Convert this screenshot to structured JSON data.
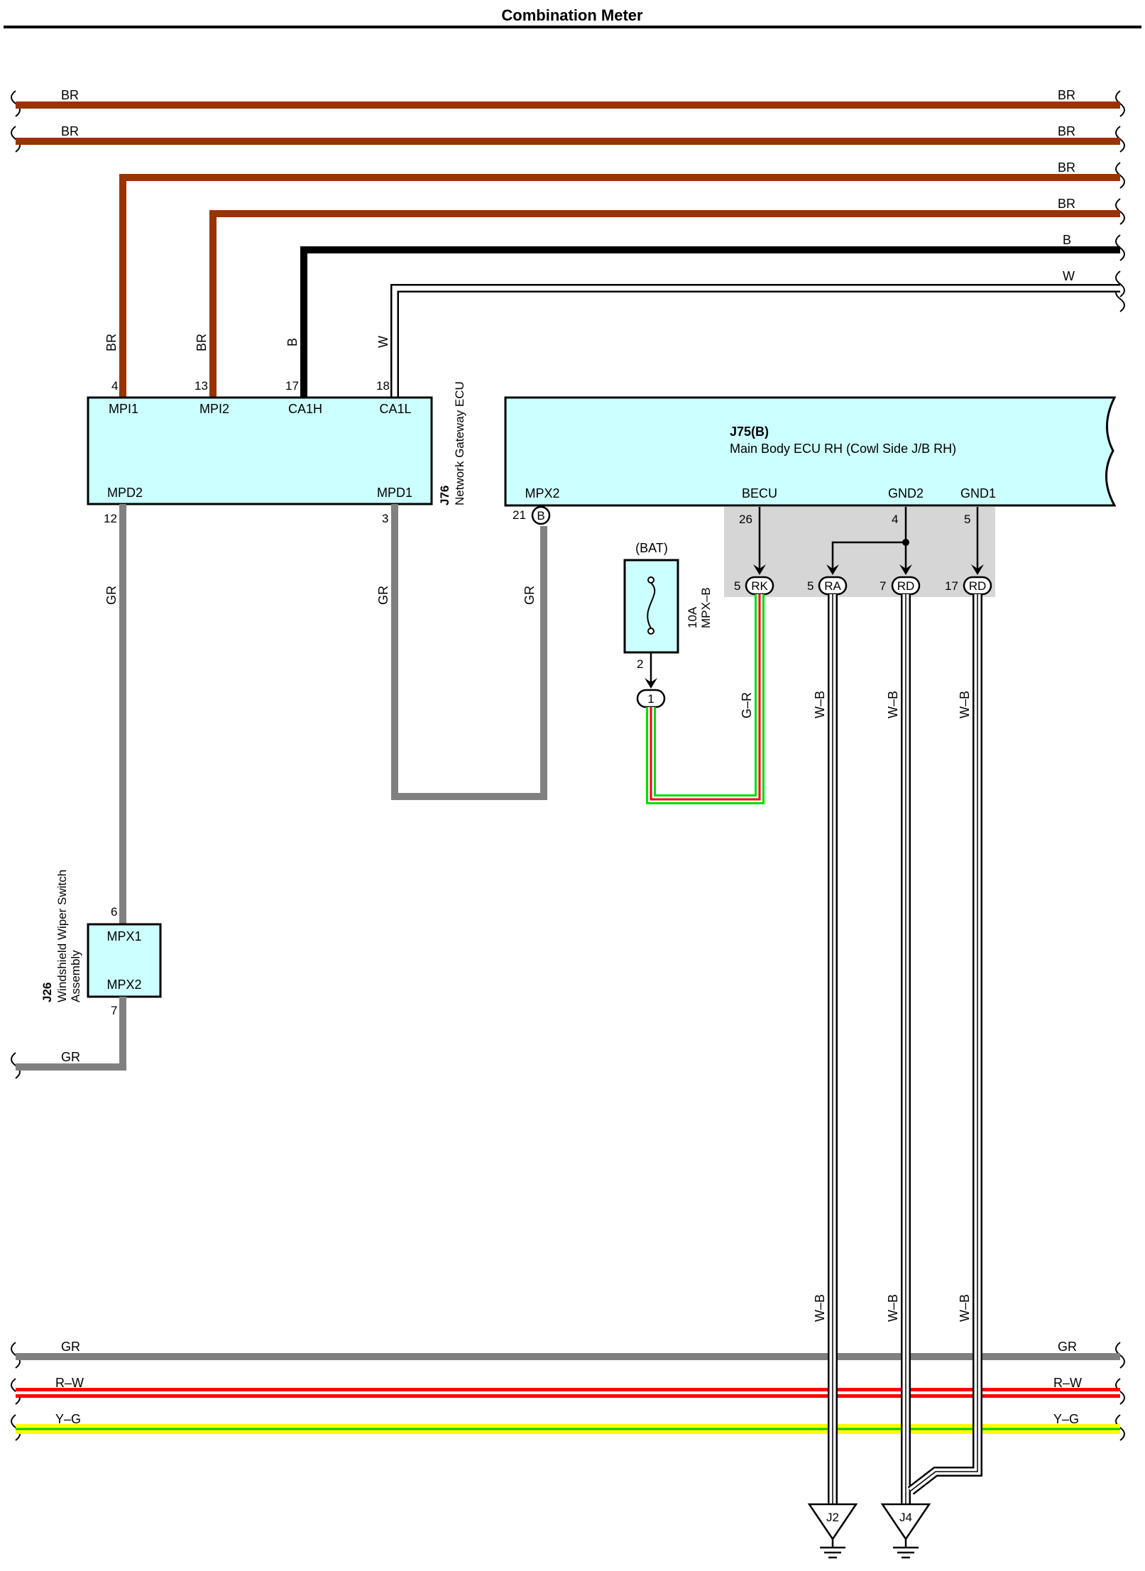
{
  "title": "Combination Meter",
  "colors": {
    "BR": "#993300",
    "B": "#000000",
    "W": "#ffffff",
    "GR": "#808080",
    "R": "#ff0000",
    "Y": "#ffff00",
    "G": "#00dd00",
    "component_fill": "#ccffff",
    "jb_shade": "#d6d6d6"
  },
  "wires": {
    "bus_br_1": {
      "left": "BR",
      "right": "BR"
    },
    "bus_br_2": {
      "left": "BR",
      "right": "BR"
    },
    "br_3": {
      "right": "BR",
      "vertical": "BR"
    },
    "br_4": {
      "right": "BR",
      "vertical": "BR"
    },
    "b_5": {
      "right": "B",
      "vertical": "B"
    },
    "w_6": {
      "right": "W",
      "vertical": "W"
    },
    "gr_mpd2": "GR",
    "gr_mpd1": "GR",
    "gr_mpx2": "GR",
    "gr_wiper_out": "GR",
    "g_r": "G–R",
    "w_b": "W–B",
    "bottom_gr": {
      "left": "GR",
      "right": "GR"
    },
    "bottom_rw": {
      "left": "R–W",
      "right": "R–W"
    },
    "bottom_yg": {
      "left": "Y–G",
      "right": "Y–G"
    }
  },
  "gateway": {
    "code": "J76",
    "name": "Network Gateway ECU",
    "pins_top": [
      {
        "num": "4",
        "label": "MPI1"
      },
      {
        "num": "13",
        "label": "MPI2"
      },
      {
        "num": "17",
        "label": "CA1H"
      },
      {
        "num": "18",
        "label": "CA1L"
      }
    ],
    "pins_bottom": [
      {
        "num": "12",
        "label": "MPD2"
      },
      {
        "num": "3",
        "label": "MPD1"
      }
    ]
  },
  "body_ecu": {
    "code": "J75(B)",
    "name": "Main Body ECU RH (Cowl Side J/B RH)",
    "pins": [
      {
        "num": "21",
        "label": "MPX2",
        "connector": "B"
      },
      {
        "num": "26",
        "label": "BECU"
      },
      {
        "num": "4",
        "label": "GND2"
      },
      {
        "num": "5",
        "label": "GND1"
      }
    ],
    "jb_connectors": [
      {
        "num": "5",
        "label": "RK"
      },
      {
        "num": "5",
        "label": "RA"
      },
      {
        "num": "7",
        "label": "RD"
      },
      {
        "num": "17",
        "label": "RD"
      }
    ]
  },
  "fuse": {
    "supply": "(BAT)",
    "rating": "10A",
    "name": "MPX–B",
    "pin": "2",
    "connector": "1"
  },
  "wiper": {
    "code": "J26",
    "name_line1": "Windshield Wiper Switch",
    "name_line2": "Assembly",
    "pins": [
      {
        "num": "6",
        "label": "MPX1"
      },
      {
        "num": "7",
        "label": "MPX2"
      }
    ]
  },
  "grounds": [
    "J2",
    "J4"
  ]
}
